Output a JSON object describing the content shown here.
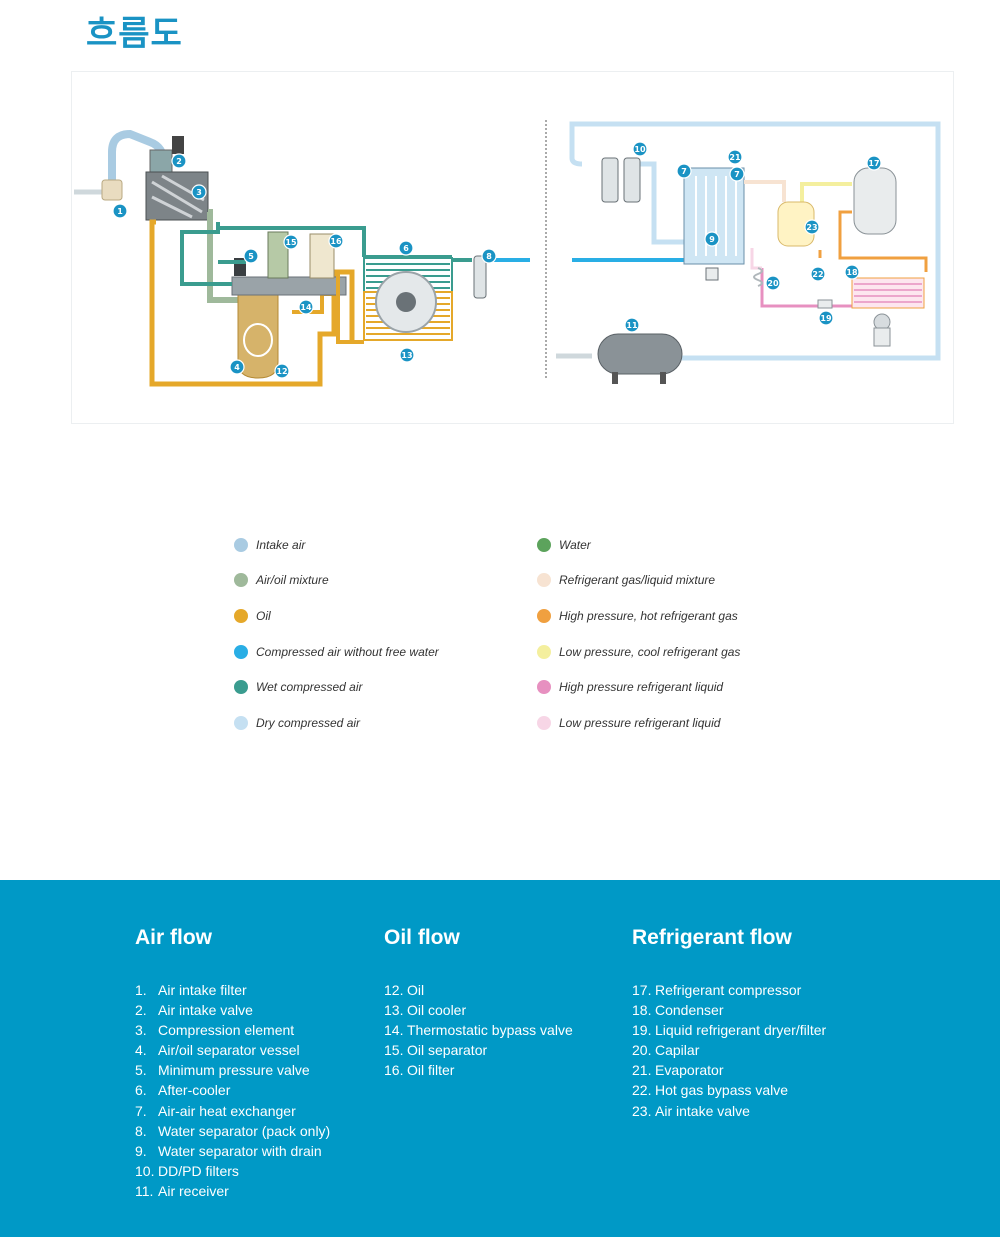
{
  "page_title": "흐름도",
  "diagram": {
    "badges": [
      {
        "n": "1"
      },
      {
        "n": "2"
      },
      {
        "n": "3"
      },
      {
        "n": "4"
      },
      {
        "n": "5"
      },
      {
        "n": "6"
      },
      {
        "n": "7"
      },
      {
        "n": "7"
      },
      {
        "n": "8"
      },
      {
        "n": "9"
      },
      {
        "n": "10"
      },
      {
        "n": "11"
      },
      {
        "n": "12"
      },
      {
        "n": "13"
      },
      {
        "n": "14"
      },
      {
        "n": "15"
      },
      {
        "n": "16"
      },
      {
        "n": "17"
      },
      {
        "n": "18"
      },
      {
        "n": "19"
      },
      {
        "n": "20"
      },
      {
        "n": "21"
      },
      {
        "n": "22"
      },
      {
        "n": "23"
      }
    ],
    "colors": {
      "intake_air": "#a9cbe2",
      "air_oil": "#9fb99b",
      "oil": "#e5a82a",
      "compressed_dry": "#29aee5",
      "wet": "#3a9c8f",
      "dry_compressed": "#c5e0f2",
      "water": "#5ca35c",
      "ref_mix": "#f7e3d2",
      "hot_gas": "#f0a040",
      "cool_gas": "#f4ef9e",
      "hp_liquid": "#e790c0",
      "lp_liquid": "#f7d6e6"
    }
  },
  "legend": {
    "left": [
      {
        "label": "Intake air",
        "color": "#a9cbe2"
      },
      {
        "label": "Air/oil mixture",
        "color": "#9fb99b"
      },
      {
        "label": "Oil",
        "color": "#e5a82a"
      },
      {
        "label": "Compressed air without free water",
        "color": "#29aee5"
      },
      {
        "label": "Wet compressed air",
        "color": "#3a9c8f"
      },
      {
        "label": "Dry compressed air",
        "color": "#c5e0f2"
      }
    ],
    "right": [
      {
        "label": "Water",
        "color": "#5ca35c"
      },
      {
        "label": "Refrigerant gas/liquid mixture",
        "color": "#f7e3d2"
      },
      {
        "label": "High pressure, hot refrigerant gas",
        "color": "#f0a040"
      },
      {
        "label": "Low pressure, cool refrigerant gas",
        "color": "#f4ef9e"
      },
      {
        "label": "High pressure refrigerant liquid",
        "color": "#e790c0"
      },
      {
        "label": "Low pressure refrigerant liquid",
        "color": "#f7d6e6"
      }
    ]
  },
  "footer": {
    "air_flow": {
      "title": "Air flow",
      "items": [
        {
          "num": "1.",
          "label": "Air intake filter"
        },
        {
          "num": "2.",
          "label": "Air intake valve"
        },
        {
          "num": "3.",
          "label": "Compression element"
        },
        {
          "num": "4.",
          "label": "Air/oil separator vessel"
        },
        {
          "num": "5.",
          "label": "Minimum pressure valve"
        },
        {
          "num": "6.",
          "label": "After-cooler"
        },
        {
          "num": "7.",
          "label": "Air-air heat exchanger"
        },
        {
          "num": "8.",
          "label": "Water separator (pack only)"
        },
        {
          "num": "9.",
          "label": "Water separator with drain"
        },
        {
          "num": "10.",
          "label": "DD/PD filters"
        },
        {
          "num": "11.",
          "label": "Air receiver"
        }
      ]
    },
    "oil_flow": {
      "title": "Oil flow",
      "items": [
        {
          "num": "12.",
          "label": "Oil"
        },
        {
          "num": "13.",
          "label": "Oil cooler"
        },
        {
          "num": "14.",
          "label": "Thermostatic bypass valve"
        },
        {
          "num": "15.",
          "label": "Oil separator"
        },
        {
          "num": "16.",
          "label": "Oil filter"
        }
      ]
    },
    "refrigerant_flow": {
      "title": "Refrigerant flow",
      "items": [
        {
          "num": "17.",
          "label": "Refrigerant compressor"
        },
        {
          "num": "18.",
          "label": "Condenser"
        },
        {
          "num": "19.",
          "label": "Liquid refrigerant dryer/filter"
        },
        {
          "num": "20.",
          "label": "Capilar"
        },
        {
          "num": "21.",
          "label": "Evaporator"
        },
        {
          "num": "22.",
          "label": "Hot gas bypass valve"
        },
        {
          "num": "23.",
          "label": "Air intake valve"
        }
      ]
    }
  }
}
